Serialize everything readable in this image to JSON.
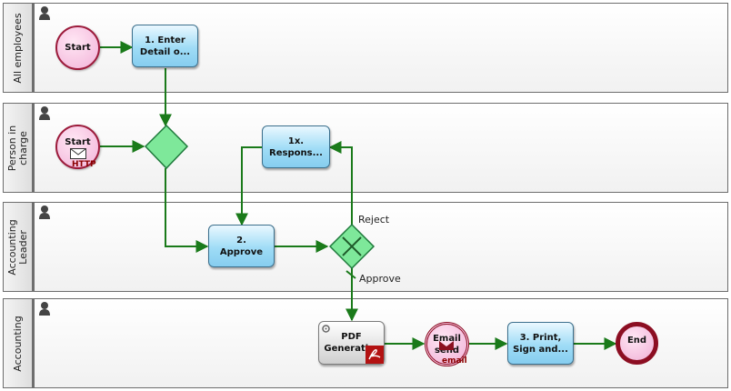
{
  "lanes": [
    {
      "label": "All employees"
    },
    {
      "label": "Person in charge"
    },
    {
      "label": "Accounting Leader"
    },
    {
      "label": "Accounting"
    }
  ],
  "nodes": {
    "start_employees": "Start",
    "task_enter": "1. Enter Detail o...",
    "start_http": "Start",
    "start_http_tag": "HTTP",
    "task_response": "1x. Respons...",
    "task_approve": "2. Approve",
    "task_pdf": "PDF Generati...",
    "event_email": "Email send",
    "event_email_tag": "email",
    "task_print": "3. Print, Sign and...",
    "end": "End"
  },
  "flow_labels": {
    "reject": "Reject",
    "approve": "Approve"
  },
  "colors": {
    "flow": "#1a7a1a",
    "task_fill": "#9fdcf6",
    "gateway_fill": "#7ee89a",
    "start_border": "#9c1b3b",
    "end_border": "#8c0e22"
  }
}
